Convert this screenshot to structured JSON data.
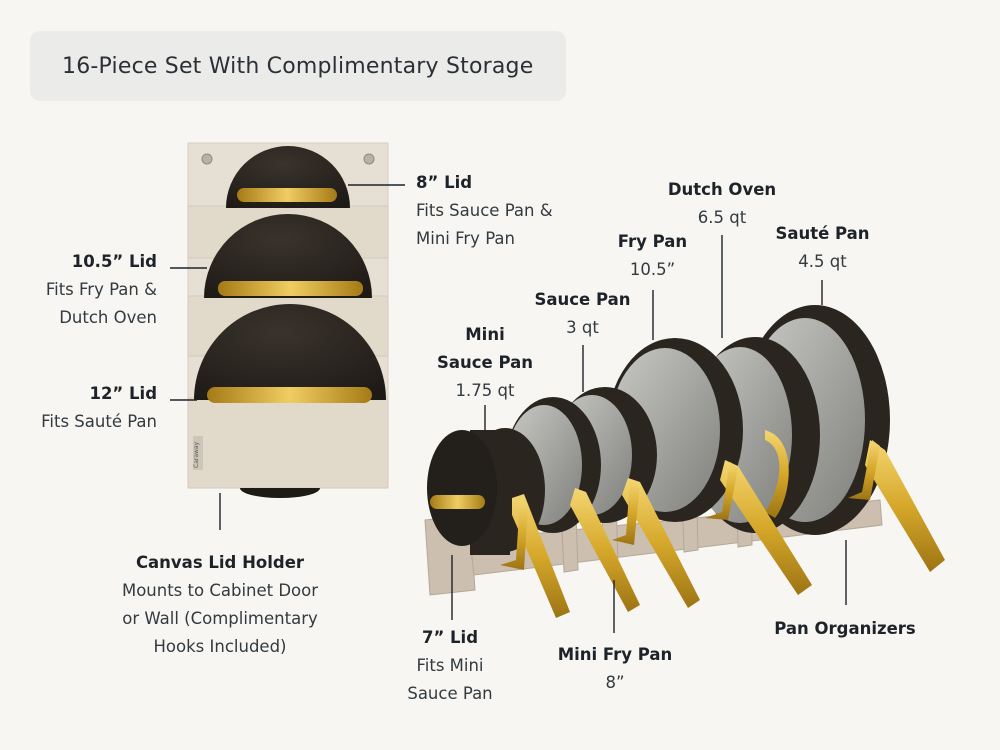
{
  "header": {
    "title": "16-Piece Set With Complimentary Storage"
  },
  "colors": {
    "background": "#f7f6f2",
    "title_box": "#ebebe9",
    "pan_body": "#2b2520",
    "ceramic": "#9a9a96",
    "gold": "#d6a82a",
    "canvas": "#e6e0d4",
    "organizer": "#cdbfb0"
  },
  "callouts": {
    "lid_8": {
      "name": "8” Lid",
      "desc1": "Fits Sauce Pan &",
      "desc2": "Mini Fry Pan"
    },
    "lid_105": {
      "name": "10.5” Lid",
      "desc1": "Fits Fry Pan &",
      "desc2": "Dutch Oven"
    },
    "lid_12": {
      "name": "12” Lid",
      "desc1": "Fits Sauté Pan"
    },
    "canvas_holder": {
      "name": "Canvas Lid Holder",
      "desc1": "Mounts to Cabinet Door",
      "desc2": "or Wall (Complimentary",
      "desc3": "Hooks Included)"
    },
    "lid_7": {
      "name": "7” Lid",
      "desc1": "Fits Mini",
      "desc2": "Sauce Pan"
    },
    "mini_fry_pan": {
      "name": "Mini Fry Pan",
      "size": "8”"
    },
    "pan_organizers": {
      "name": "Pan Organizers"
    },
    "mini_sauce_pan": {
      "name1": "Mini",
      "name2": "Sauce Pan",
      "size": "1.75 qt"
    },
    "sauce_pan": {
      "name": "Sauce Pan",
      "size": "3 qt"
    },
    "fry_pan": {
      "name": "Fry Pan",
      "size": "10.5”"
    },
    "dutch_oven": {
      "name": "Dutch Oven",
      "size": "6.5 qt"
    },
    "saute_pan": {
      "name": "Sauté Pan",
      "size": "4.5 qt"
    }
  },
  "canvas_tag": "Caraway"
}
